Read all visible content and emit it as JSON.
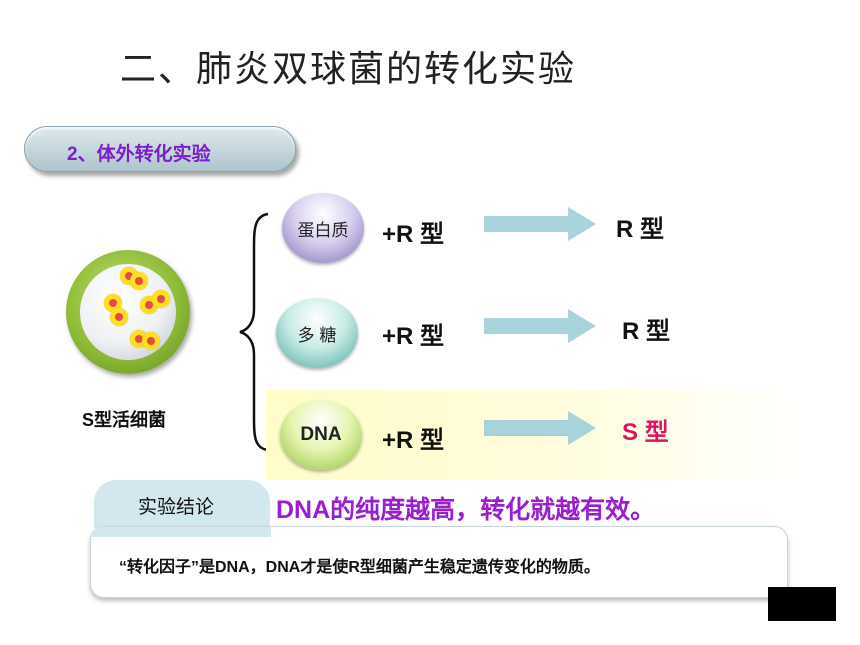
{
  "title": "二、肺炎双球菌的转化实验",
  "section_label": "2、体外转化实验",
  "bacterium_label": "S型活细菌",
  "rows": [
    {
      "substance": "蛋白质",
      "plus": "+R 型",
      "result": "R 型"
    },
    {
      "substance": "多 糖",
      "plus": "+R 型",
      "result": "R 型"
    },
    {
      "substance": "DNA",
      "plus": "+R 型",
      "result": "S 型"
    }
  ],
  "conclusion_tab": "实验结论",
  "conclusion_text": "DNA的纯度越高，转化就越有效。",
  "box_text": "“转化因子”是DNA，DNA才是使R型细菌产生稳定遗传变化的物质。",
  "colors": {
    "section_text": "#7a1fc7",
    "conclusion_text": "#9a1dd0",
    "s_result": "#e0115f",
    "arrow": "#a9d3db"
  }
}
